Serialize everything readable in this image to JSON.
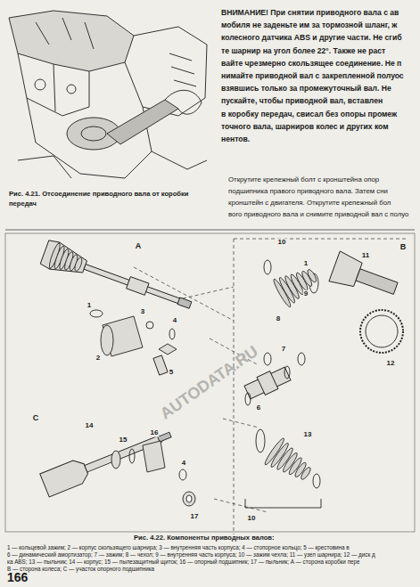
{
  "diagram": {
    "caption": "Рис. 4.22. Компоненты приводных валов:",
    "labels": [
      "ВНИМАНИЕ! При снятии приводного вала с ав",
      "мобиля не заденьте им за тормозной шланг, ж",
      "колесного датчика ABS и другие части. Не сгиб",
      "те шарнир на угол более 22°. Также не раст",
      "вайте чрезмерно скользящее соединение. Не п",
      "нимайте приводной вал с закрепленной полуос",
      "взявшись только за промежуточный вал. Не",
      "пускайте, чтобы приводной вал, вставлен",
      "в коробку передач, свисал без опоры промеж",
      "точного вала, шарниров колес и других ком",
      "нентов.",
      "Рис. 4.21. Отсоединение приводного вала от коробки",
      "передач",
      "Открутите крепежный болт с кронштейна опор",
      "подшипника правого приводного вала. Затем сни",
      "кронштейн с двигателя. Открутите крепежный бол",
      "вого приводного вала и снимите приводной вал с полуо",
      "A",
      "B",
      "C",
      "10",
      "1",
      "9",
      "11",
      "8",
      "12",
      "1",
      "3",
      "2",
      "4",
      "5",
      "7",
      "6",
      "14",
      "15",
      "16",
      "4",
      "17",
      "13",
      "10",
      "AUTODATA.RU",
      "1 — кольцевой зажим; 2 — корпус скользящего шарнира; 3 — внутренняя часть корпуса; 4 — стопорное кольцо; 5 — крестовина в",
      "6 — динамический амортизатор; 7 — зажим; 8 — чехол; 9 — внутренняя часть корпуса; 10 — зажим чехла; 11 — узел шарнира; 12 — диск д",
      "ка ABS; 13 — пыльник; 14 — корпус; 15 — пылезащитный щиток; 16 — опорный подшипник; 17 — пыльник; A — сторона коробки пере",
      "B — сторона колеса; C — участок опорного подшипника",
      "166"
    ]
  }
}
